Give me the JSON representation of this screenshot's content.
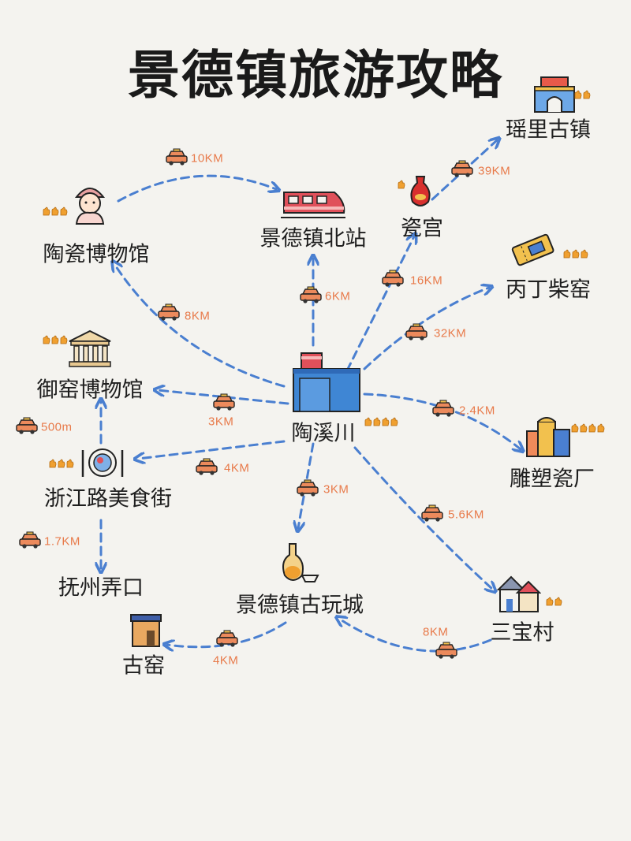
{
  "title": "景德镇旅游攻略",
  "colors": {
    "arrow": "#4a7fd0",
    "distance_text": "#e87a4a",
    "taxi": "#ec8a5c",
    "rating": "#f0a030",
    "background": "#f4f3ef"
  },
  "places": {
    "yaoli": "瑶里古镇",
    "taoci_museum": "陶瓷博物馆",
    "north_station": "景德镇北站",
    "cigong": "瓷宫",
    "bingding": "丙丁柴窑",
    "yuyao_museum": "御窑博物馆",
    "taoxichuan": "陶溪川",
    "diaosu": "雕塑瓷厂",
    "zhejiang_road": "浙江路美食街",
    "fuzhou": "抚州弄口",
    "antique_city": "景德镇古玩城",
    "sanbao": "三宝村",
    "guyao": "古窑"
  },
  "distances": {
    "museum_to_station": "10KM",
    "cigong_to_yaoli": "39KM",
    "center_to_cigong": "16KM",
    "center_to_station": "6KM",
    "center_to_museum": "8KM",
    "center_to_bingding": "32KM",
    "center_to_yuyao": "3KM",
    "center_to_diaosu": "2.4KM",
    "food_to_yuyao": "500m",
    "center_to_food": "4KM",
    "center_to_antique": "3KM",
    "center_to_sanbao": "5.6KM",
    "food_to_fuzhou": "1.7KM",
    "sanbao_to_antique": "8KM",
    "antique_to_guyao": "4KM"
  },
  "icons": {
    "yaoli": "gate-icon",
    "taoci_museum": "figurine-icon",
    "north_station": "train-icon",
    "cigong": "vase-icon",
    "bingding": "ticket-icon",
    "yuyao_museum": "museum-icon",
    "taoxichuan": "factory-icon",
    "diaosu": "buildings-icon",
    "zhejiang_road": "dish-icon",
    "antique_city": "bottle-icon",
    "sanbao": "houses-icon",
    "guyao": "kiln-house-icon"
  },
  "ratings": {
    "yaoli": 2,
    "taoci_museum": 3,
    "cigong": 1,
    "bingding": 3,
    "yuyao_museum": 3,
    "taoxichuan": 4,
    "diaosu": 4,
    "zhejiang_road": 3,
    "sanbao": 2
  }
}
